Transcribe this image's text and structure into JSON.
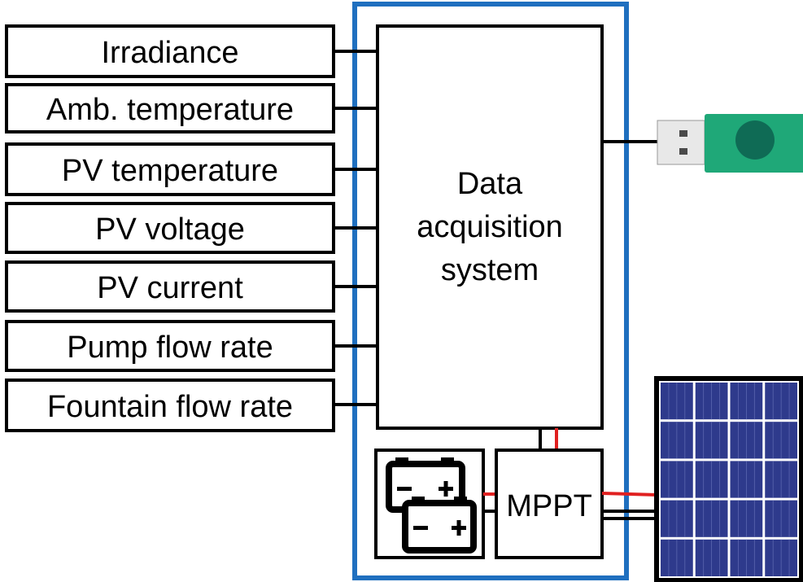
{
  "sensors": [
    {
      "id": "irradiance",
      "label": "Irradiance"
    },
    {
      "id": "amb-temperature",
      "label": "Amb. temperature"
    },
    {
      "id": "pv-temperature",
      "label": "PV temperature"
    },
    {
      "id": "pv-voltage",
      "label": "PV voltage"
    },
    {
      "id": "pv-current",
      "label": "PV current"
    },
    {
      "id": "pump-flow-rate",
      "label": "Pump flow rate"
    },
    {
      "id": "fountain-flow-rate",
      "label": "Fountain flow rate"
    }
  ],
  "daq": {
    "line1": "Data",
    "line2": "acquisition",
    "line3": "system"
  },
  "mppt": {
    "label": "MPPT"
  },
  "colors": {
    "enclosure": "#1f6fbf",
    "box_stroke": "#000000",
    "positive_wire": "#e02020",
    "usb_body": "#1fa878",
    "usb_button": "#0f6b55",
    "usb_plug": "#e8e8e8",
    "panel_frame": "#ffffff",
    "panel_cell": "#2e3a8c"
  },
  "icons": {
    "battery": "battery-icon",
    "usb": "usb-drive-icon",
    "solar": "solar-panel-icon"
  }
}
